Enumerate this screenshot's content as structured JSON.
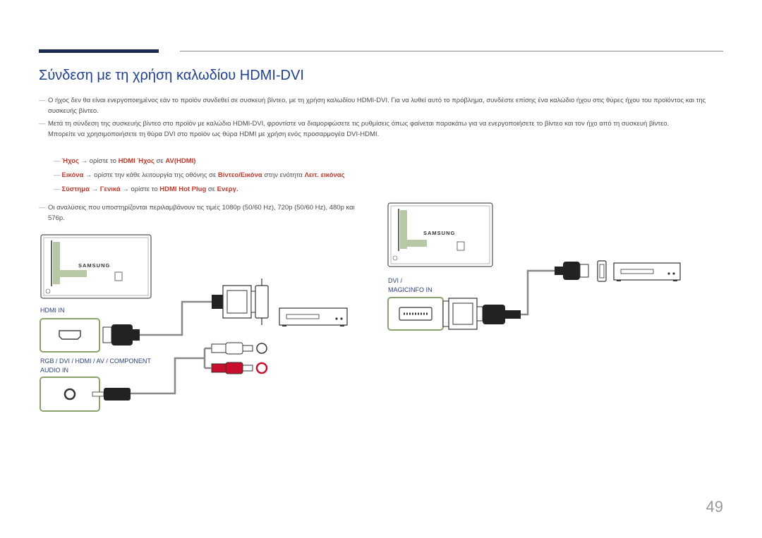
{
  "heading": "Σύνδεση με τη χρήση καλωδίου HDMI-DVI",
  "note1": "Ο ήχος δεν θα είναι ενεργοποιημένος εάν το προϊόν συνδεθεί σε συσκευή βίντεο, με τη χρήση καλωδίου HDMI-DVI. Για να λυθεί αυτό το πρόβλημα, συνδέστε επίσης ένα καλώδιο ήχου στις θύρες ήχου του προϊόντος και της συσκευής βίντεο.",
  "note2": "Μετά τη σύνδεση της συσκευής βίντεο στο προϊόν με καλώδιο HDMI-DVI, φροντίστε να διαμορφώσετε τις ρυθμίσεις όπως φαίνεται παρακάτω για να ενεργοποιήσετε το βίντεο και τον ήχο από τη συσκευή βίντεο.",
  "note2b": "Μπορείτε να χρησιμοποιήσετε τη θύρα DVI στο προϊόν ως θύρα HDMI με χρήση ενός προσαρμογέα DVI-HDMI.",
  "sub1": {
    "a": "Ήχος",
    "b": " → ορίστε το ",
    "c": "HDMI Ήχος",
    "d": " σε ",
    "e": "AV(HDMI)"
  },
  "sub2": {
    "a": "Εικόνα",
    "b": " → ορίστε την κάθε λειτουργία της οθόνης σε ",
    "c": "Βίντεο/Εικόνα",
    "d": " στην ενότητα ",
    "e": "Λειτ. εικόνας"
  },
  "sub3": {
    "a": "Σύστημα",
    "b": " → ",
    "c": "Γενικά",
    "d": " → ορίστε το ",
    "e": "HDMI Hot Plug",
    "f": " σε ",
    "g": "Ενεργ."
  },
  "note3": "Οι αναλύσεις που υποστηρίζονται περιλαμβάνουν τις τιμές 1080p (50/60 Hz), 720p (50/60 Hz), 480p και 576p.",
  "diagram": {
    "brand": "SAMSUNG",
    "hdmi_in": "HDMI IN",
    "audio_label_1": "RGB / DVI / HDMI / AV / COMPONENT",
    "audio_label_2": "AUDIO IN",
    "dvi_label_1": "DVI /",
    "dvi_label_2": "MAGICINFO IN"
  },
  "page_number": "49",
  "colors": {
    "accent": "#1f3f8f",
    "highlight": "#c0392b",
    "port_frame": "#8aa36a"
  }
}
